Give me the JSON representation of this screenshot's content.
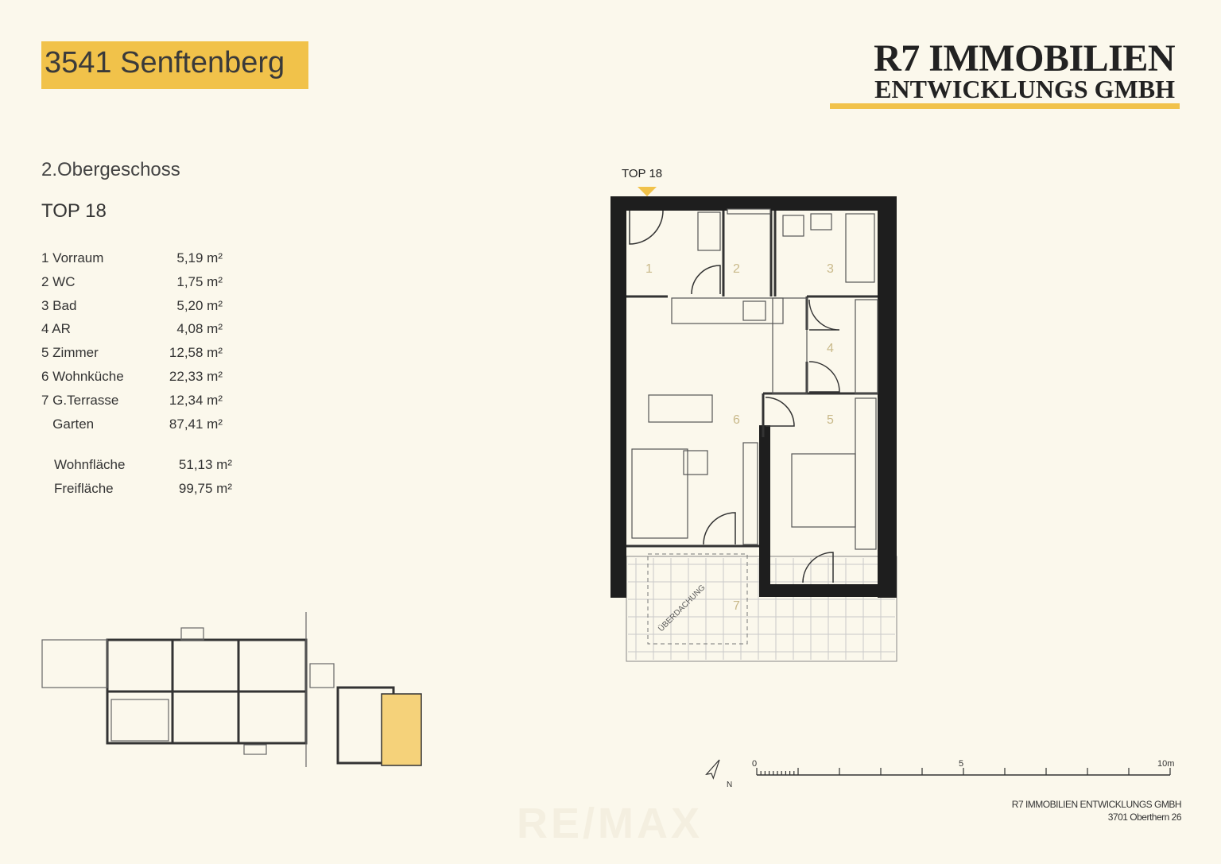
{
  "header": {
    "location": "3541 Senftenberg",
    "company_line1": "R7 IMMOBILIEN",
    "company_line2": "ENTWICKLUNGS GMBH"
  },
  "unit": {
    "floor": "2.Obergeschoss",
    "name": "TOP 18"
  },
  "rooms": [
    {
      "name": "1 Vorraum",
      "area": "5,19 m²"
    },
    {
      "name": "2 WC",
      "area": "1,75 m²"
    },
    {
      "name": "3 Bad",
      "area": "5,20 m²"
    },
    {
      "name": "4 AR",
      "area": "4,08 m²"
    },
    {
      "name": "5 Zimmer",
      "area": "12,58 m²"
    },
    {
      "name": "6 Wohnküche",
      "area": "22,33 m²"
    },
    {
      "name": "7 G.Terrasse",
      "area": "12,34 m²"
    },
    {
      "name": "   Garten",
      "area": "87,41 m²"
    }
  ],
  "totals": [
    {
      "name": "Wohnfläche",
      "area": "51,13 m²"
    },
    {
      "name": "Freifläche",
      "area": "99,75 m²"
    }
  ],
  "plan": {
    "top_label": "TOP 18",
    "room_numbers": [
      "1",
      "2",
      "3",
      "4",
      "5",
      "6",
      "7"
    ],
    "overhang_label": "ÜBERDACHUNG"
  },
  "scale": {
    "labels": [
      "0",
      "5",
      "10m"
    ],
    "north": "N"
  },
  "footer": {
    "company": "R7 IMMOBILIEN ENTWICKLUNGS GMBH",
    "address": "3701 Oberthern 26"
  },
  "watermark": "RE/MAX",
  "colors": {
    "accent": "#f1c24a",
    "background": "#fbf8ec",
    "wall": "#1e1e1e"
  }
}
